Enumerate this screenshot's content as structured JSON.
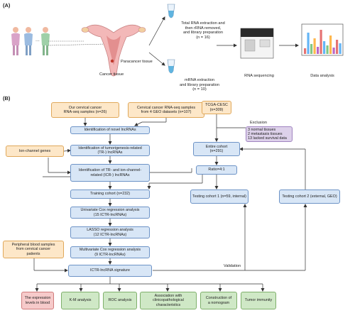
{
  "panel_a": {
    "label": "(A)",
    "paracancer_tissue": "Paracancer tissue",
    "cancer_tissue": "Cancer tissue",
    "total_rna_text": "Total RNA extraction and\nthen rRNA removed,\nand library preparation\n(n = 16)",
    "mrna_text": "mRNA extraction\nand library preparation\n(n = 10)",
    "rna_sequencing": "RNA sequencing",
    "data_analysis": "Data analysis"
  },
  "panel_b": {
    "label": "(B)",
    "our_samples": "Our cervical cancer\nRNA-seq samples (n=26)",
    "geo_samples": "Cervical cancer RNA-seq samples\nfrom 4 GEO datasets (n=107)",
    "tcga": "TCGA-CESC\n(n=309)",
    "exclusion": "Exclusion",
    "excluded": "3 normal tissues\n2 metastasis tissues\n13 lacked survival data",
    "novel_lncrnas": "Identification of novel lncRNAs",
    "ion_channel_genes": "Ion-channel genes",
    "tr_lncrna": "Identification of tumorigenesis-related\n(TR-) lncRNAs",
    "ictr_lncrna": "Identification of TR- and ion-channel-\nrelated (ICR-) lncRNAs",
    "entire_cohort": "Entire cohort\n(n=291)",
    "ratio": "Ratio=4:1",
    "training": "Training cohort (n=232)",
    "testing1": "Testing cohort 1 (n=59, internal)",
    "testing2": "Testing cohort 2 (external, GEO)",
    "univariate": "Univariate Cox regression analysis\n(15 ICTR-lncRNAs)",
    "lasso": "LASSO regression analysis\n(12 ICTR-lncRNAs)",
    "multivariate": "Multivariate Cox regression analysis\n(9 ICTR-lncRNAs)",
    "peripheral": "Peripheral blood samples\nfrom cervical cancer\npatients",
    "signature": "ICTR-lncRNA signature",
    "validation": "Validation",
    "outputs": [
      "The expression\nlevels in blood",
      "K-M analysis",
      "ROC analysis",
      "Association with\nclinicopathological characteristics",
      "Construction of\na nomogram",
      "Tumor immunity"
    ]
  },
  "colors": {
    "blue_fill": "#d8e6f6",
    "orange_fill": "#fde7c8",
    "purple_fill": "#ddd1ea",
    "green_fill": "#cfe8c6",
    "red_fill": "#f6caca",
    "line": "#333333"
  }
}
